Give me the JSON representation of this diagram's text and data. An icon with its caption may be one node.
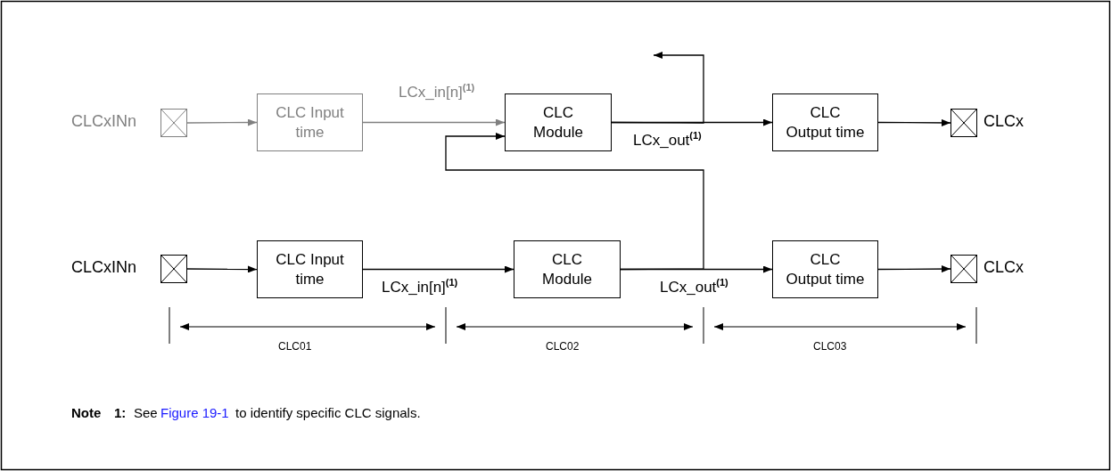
{
  "diagram": {
    "nodes": [
      {
        "text": [],
        "shape": "box",
        "beside": [
          "CLCxINn"
        ]
      },
      {
        "text": [
          "CLC Input time"
        ]
      },
      {
        "text": [
          "CLC Module"
        ]
      },
      {
        "text": [
          "CLC Output time"
        ]
      },
      {
        "text": [],
        "shape": "box",
        "beside": [
          "CLCx"
        ]
      },
      {
        "text": [],
        "shape": "box",
        "beside": [
          "CLCxINn"
        ]
      },
      {
        "text": [
          "CLC Input time"
        ]
      },
      {
        "text": [
          "CLC Module"
        ]
      },
      {
        "text": [
          "CLC Output time"
        ]
      },
      {
        "text": [],
        "shape": "box",
        "beside": [
          "CLCx"
        ]
      }
    ],
    "edges": [
      {
        "from": 0,
        "to": 1,
        "arrow": "to",
        "color": "#808080"
      },
      {
        "from": 1,
        "to": 2,
        "arrow": "to",
        "label": "LCx_in[n]$^{(1)}$",
        "color": "#808080"
      },
      {
        "from": 2,
        "to": 3,
        "arrow": "to",
        "label": "LCx_out$^{(1)}$"
      },
      {
        "from": 3,
        "to": 4,
        "arrow": "to"
      },
      {
        "from": 2,
        "to": null,
        "arrow": "to"
      },
      {
        "from": 7,
        "to": 2,
        "arrow": "to"
      },
      {
        "from": 5,
        "to": 6,
        "arrow": "to"
      },
      {
        "from": 6,
        "to": 7,
        "arrow": "to",
        "label": "LCx_in[n]$^{(1)}$"
      },
      {
        "from": 7,
        "to": 8,
        "arrow": "to",
        "label": "LCx_out$^{(1)}$"
      },
      {
        "from": 8,
        "to": 9,
        "arrow": "to"
      }
    ],
    "labels": [
      "CLC01",
      "CLC02",
      "CLC03",
      "Note",
      "1:",
      "See",
      "Figure 19-1",
      "to identify specific CLC signals."
    ]
  }
}
